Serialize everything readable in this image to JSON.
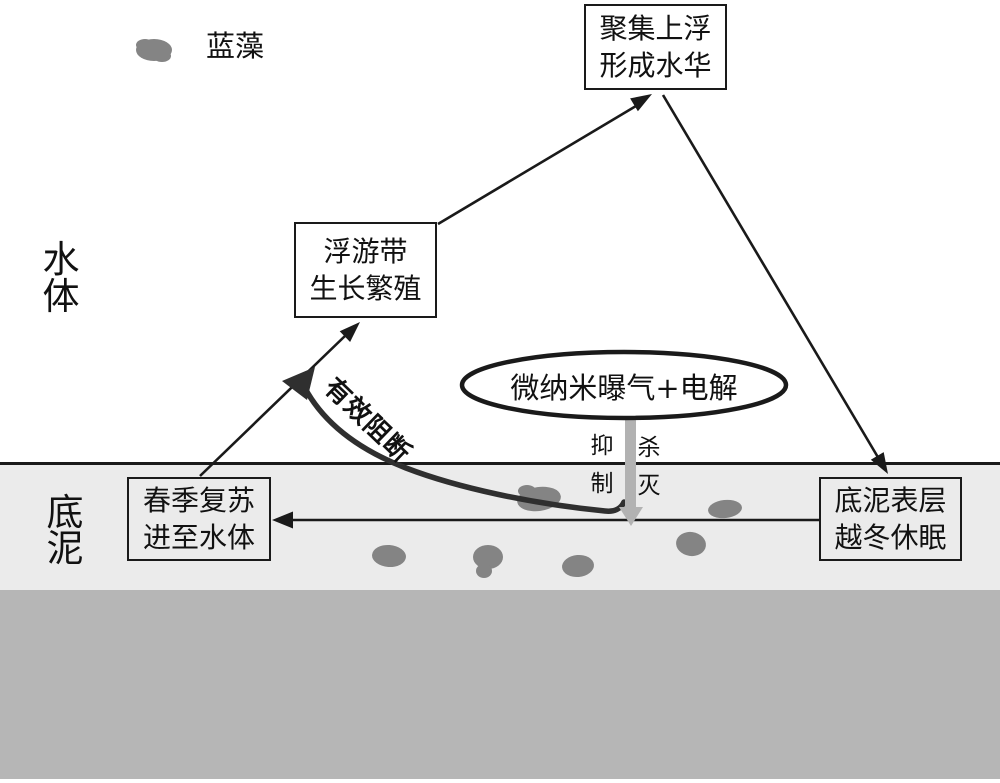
{
  "legend": {
    "algae_label": "蓝藻"
  },
  "zones": {
    "water": "水体",
    "sediment": "底泥"
  },
  "nodes": {
    "bloom": {
      "line1": "聚集上浮",
      "line2": "形成水华"
    },
    "plankton": {
      "line1": "浮游带",
      "line2": "生长繁殖"
    },
    "spring_revival": {
      "line1": "春季复苏",
      "line2": "进至水体"
    },
    "winter_dormancy": {
      "line1": "底泥表层",
      "line2": "越冬休眠"
    }
  },
  "intervention": {
    "device_label": "微纳米曝气+电解",
    "inhibit_label": "抑制",
    "kill_label": "杀灭",
    "block_label": "有效阻断"
  },
  "colors": {
    "background": "#ffffff",
    "sediment": "#ebebeb",
    "deep_sediment": "#b6b6b6",
    "algae": "#848484",
    "line": "#1a1a1a",
    "gray_arrow": "#b2b2b2",
    "block_curve": "#2f2f2f"
  }
}
